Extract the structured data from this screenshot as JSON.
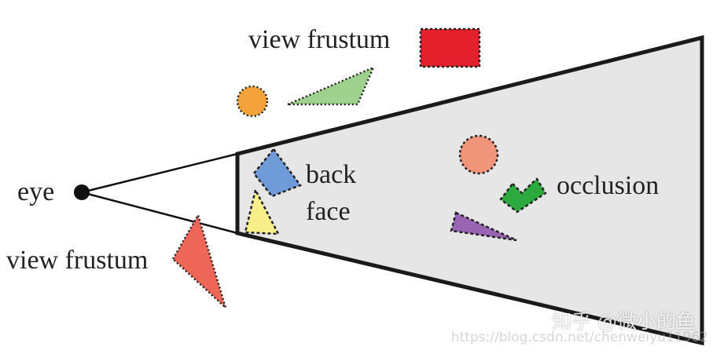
{
  "labels": {
    "eye": "eye",
    "view_frustum_top": "view frustum",
    "view_frustum_bottom": "view frustum",
    "back_face_line1": "back",
    "back_face_line2": "face",
    "occlusion": "occlusion"
  },
  "watermark": {
    "main": "知乎 @微小的鱼",
    "sub": "https://blog.csdn.net/chenweiyu11962"
  },
  "colors": {
    "frustum_fill": "#e6e6e6",
    "frustum_stroke": "#1a1a1a",
    "red_rect": "#e3202b",
    "orange_circle_top": "#f4a23c",
    "green_triangle_top": "#9fd18e",
    "blue_quad": "#6f9bd8",
    "yellow_triangle": "#f8ef8a",
    "salmon_circle": "#f0947a",
    "green_shape": "#2daa3e",
    "purple_triangle": "#9a64b4",
    "red_triangle": "#ee6658"
  }
}
